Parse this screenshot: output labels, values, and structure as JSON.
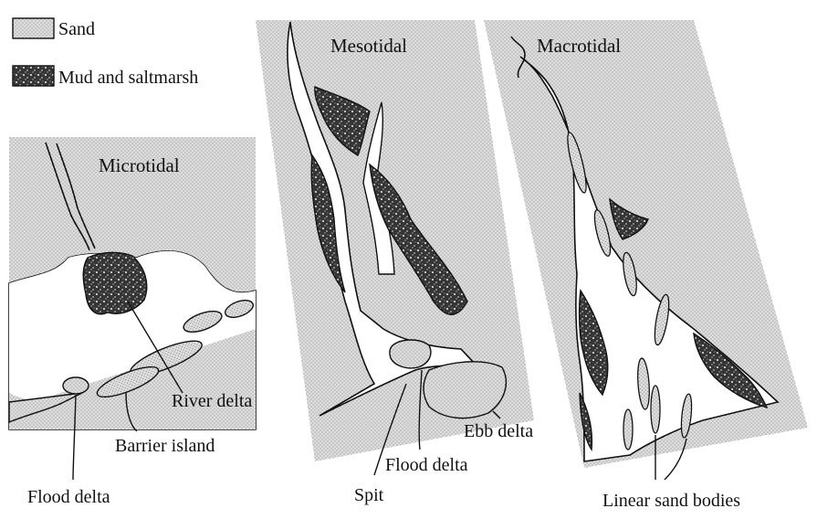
{
  "legend": {
    "sand": "Sand",
    "mud": "Mud and saltmarsh"
  },
  "panels": {
    "micro": {
      "title": "Microtidal",
      "labels": {
        "river_delta": "River delta",
        "barrier_island": "Barrier island",
        "flood_delta": "Flood delta"
      }
    },
    "meso": {
      "title": "Mesotidal",
      "labels": {
        "ebb_delta": "Ebb delta",
        "flood_delta": "Flood delta",
        "spit": "Spit"
      }
    },
    "macro": {
      "title": "Macrotidal",
      "labels": {
        "linear_sand_bodies": "Linear sand bodies"
      }
    }
  },
  "colors": {
    "sand_fill": "#dcdcdc",
    "sand_dots": "#6e6e6e",
    "mud_fill": "#3a3a3a",
    "mud_speckle": "#d8d8d8",
    "channel": "#ffffff",
    "ink": "#111111"
  },
  "patterns": {
    "sand": "stipple-dots",
    "mud": "dark-mottled"
  }
}
